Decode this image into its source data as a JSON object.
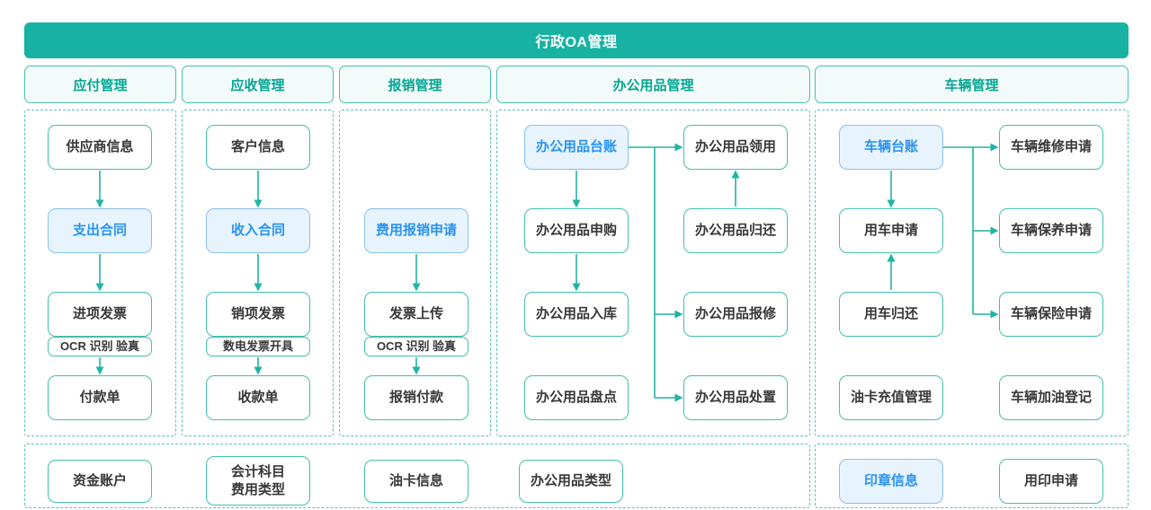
{
  "title": "行政OA管理",
  "colors": {
    "banner_teal": "#17b2a2",
    "box_border_teal": "#41bfae",
    "dashed_border_teal": "#55c2b4",
    "arrow_teal": "#1fb4a4",
    "header_text_teal": "#06a593",
    "highlight_bg_blue": "#e7f3fd",
    "highlight_border_blue": "#88c0ee",
    "highlight_text_blue": "#2b93f0"
  },
  "columns": [
    {
      "header": "应付管理",
      "nodes": [
        {
          "label": "供应商信息"
        },
        {
          "label": "支出合同",
          "highlight": true
        },
        {
          "label": "进项发票"
        },
        {
          "label": "OCR 识别 验真",
          "type": "tag"
        },
        {
          "label": "付款单"
        }
      ],
      "bottom": [
        {
          "label": "资金账户"
        }
      ]
    },
    {
      "header": "应收管理",
      "nodes": [
        {
          "label": "客户信息"
        },
        {
          "label": "收入合同",
          "highlight": true
        },
        {
          "label": "销项发票"
        },
        {
          "label": "数电发票开具",
          "type": "tag"
        },
        {
          "label": "收款单"
        }
      ],
      "bottom": [
        {
          "label": "会计科目\n费用类型"
        }
      ]
    },
    {
      "header": "报销管理",
      "nodes": [
        {
          "label": "费用报销申请",
          "highlight": true
        },
        {
          "label": "发票上传"
        },
        {
          "label": "OCR 识别 验真",
          "type": "tag"
        },
        {
          "label": "报销付款"
        }
      ],
      "bottom": [
        {
          "label": "油卡信息"
        }
      ]
    },
    {
      "header": "办公用品管理",
      "nodes": [
        {
          "label": "办公用品台账",
          "highlight": true
        },
        {
          "label": "办公用品领用"
        },
        {
          "label": "办公用品申购"
        },
        {
          "label": "办公用品归还"
        },
        {
          "label": "办公用品入库"
        },
        {
          "label": "办公用品报修"
        },
        {
          "label": "办公用品盘点"
        },
        {
          "label": "办公用品处置"
        }
      ],
      "bottom": [
        {
          "label": "办公用品类型"
        }
      ]
    },
    {
      "header": "车辆管理",
      "nodes": [
        {
          "label": "车辆台账",
          "highlight": true
        },
        {
          "label": "车辆维修申请"
        },
        {
          "label": "用车申请"
        },
        {
          "label": "车辆保养申请"
        },
        {
          "label": "用车归还"
        },
        {
          "label": "车辆保险申请"
        },
        {
          "label": "油卡充值管理"
        },
        {
          "label": "车辆加油登记"
        }
      ],
      "bottom": [
        {
          "label": "印章信息",
          "highlight": true
        },
        {
          "label": "用印申请"
        }
      ]
    }
  ],
  "edges": [
    {
      "from": "供应商信息",
      "to": "支出合同"
    },
    {
      "from": "支出合同",
      "to": "进项发票"
    },
    {
      "from": "进项发票",
      "to": "付款单",
      "via": "OCR 识别 验真"
    },
    {
      "from": "客户信息",
      "to": "收入合同"
    },
    {
      "from": "收入合同",
      "to": "销项发票"
    },
    {
      "from": "销项发票",
      "to": "收款单",
      "via": "数电发票开具"
    },
    {
      "from": "费用报销申请",
      "to": "发票上传"
    },
    {
      "from": "发票上传",
      "to": "报销付款",
      "via": "OCR 识别 验真"
    },
    {
      "from": "办公用品台账",
      "to": "办公用品领用"
    },
    {
      "from": "办公用品台账",
      "to": "办公用品申购"
    },
    {
      "from": "办公用品申购",
      "to": "办公用品入库"
    },
    {
      "from": "办公用品归还",
      "to": "办公用品领用"
    },
    {
      "from": "办公用品台账",
      "to": "办公用品报修"
    },
    {
      "from": "办公用品台账",
      "to": "办公用品处置"
    },
    {
      "from": "车辆台账",
      "to": "车辆维修申请"
    },
    {
      "from": "车辆台账",
      "to": "用车申请"
    },
    {
      "from": "车辆台账",
      "to": "车辆保养申请"
    },
    {
      "from": "车辆台账",
      "to": "车辆保险申请"
    },
    {
      "from": "用车归还",
      "to": "用车申请"
    }
  ]
}
